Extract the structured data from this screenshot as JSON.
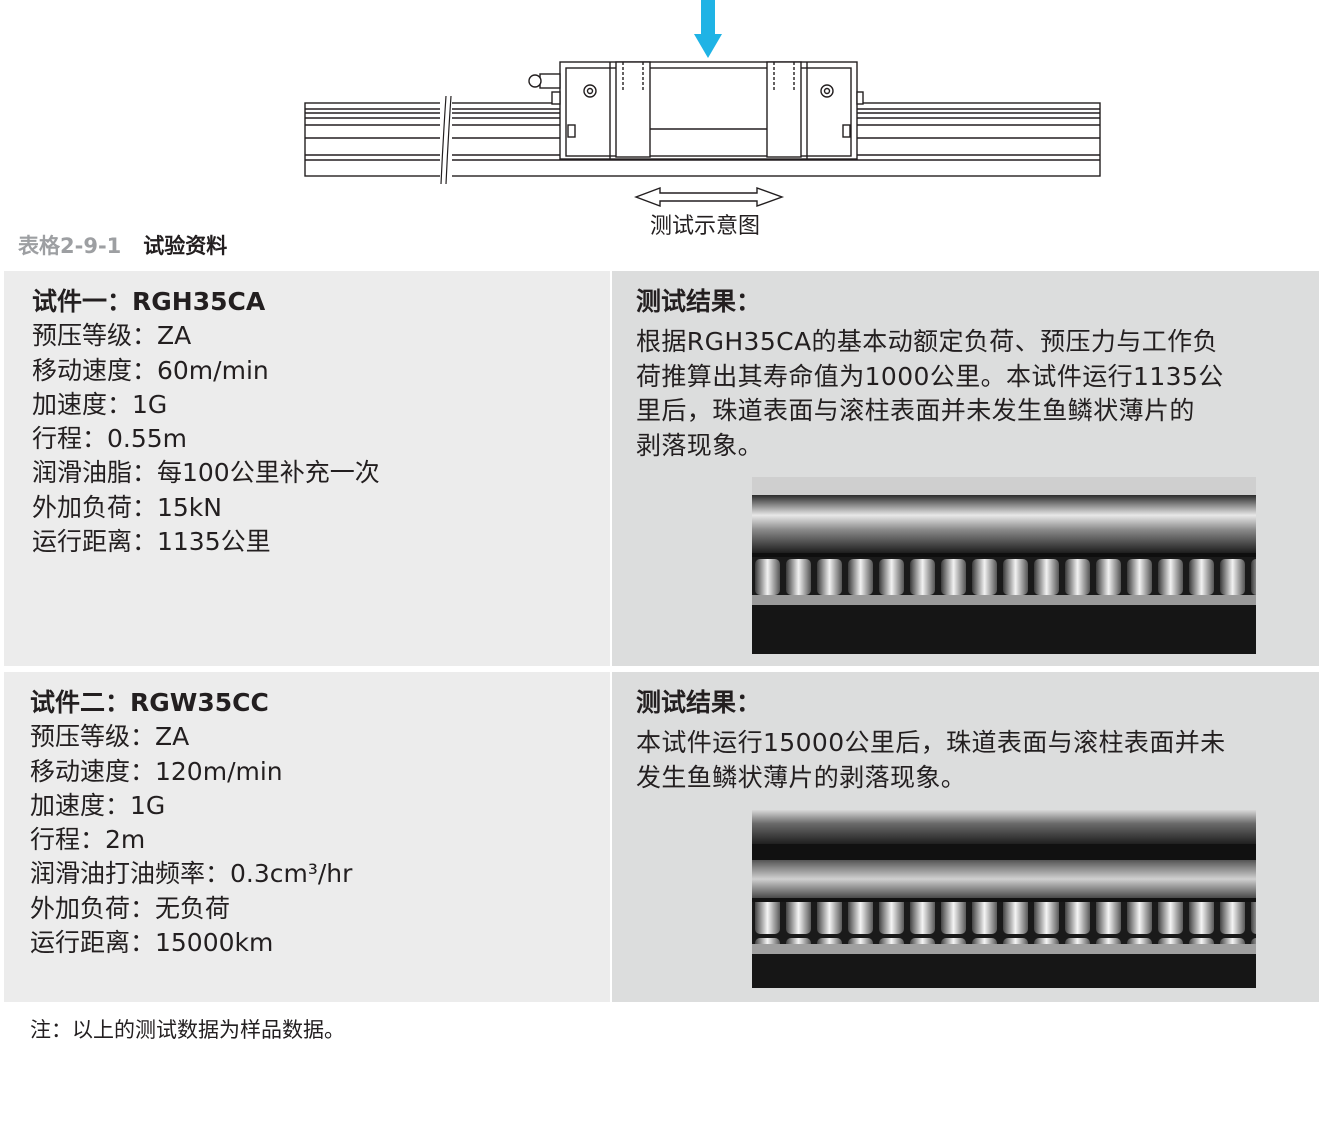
{
  "diagram": {
    "caption": "测试示意图",
    "accent_color": "#1fb3e5",
    "icons": [
      "load-arrow-icon",
      "motion-double-arrow-icon"
    ]
  },
  "table_caption": {
    "number": "表格2-9-1",
    "title": "试验资料"
  },
  "tests": [
    {
      "spec": [
        "试件一：RGH35CA",
        "预压等级：ZA",
        "移动速度：60m/min",
        "加速度：1G",
        "行程：0.55m",
        "润滑油脂：每100公里补充一次",
        "外加负荷：15kN",
        "运行距离：1135公里"
      ],
      "result_title": "测试结果：",
      "result_lines": [
        "根据RGH35CA的基本动额定负荷、预压力与工作负",
        "荷推算出其寿命值为1000公里。本试件运行1135公",
        "里后，珠道表面与滚柱表面并未发生鱼鳞状薄片的",
        "剥落现象。"
      ]
    },
    {
      "spec": [
        "试件二：RGW35CC",
        "预压等级：ZA",
        "移动速度：120m/min",
        "加速度：1G",
        "行程：2m",
        "润滑油打油频率：0.3cm³/hr",
        "外加负荷：无负荷",
        "运行距离：15000km"
      ],
      "result_title": "测试结果：",
      "result_lines": [
        "本试件运行15000公里后，珠道表面与滚柱表面并未",
        "发生鱼鳞状薄片的剥落现象。"
      ]
    }
  ],
  "note": "注：以上的测试数据为样品数据。"
}
